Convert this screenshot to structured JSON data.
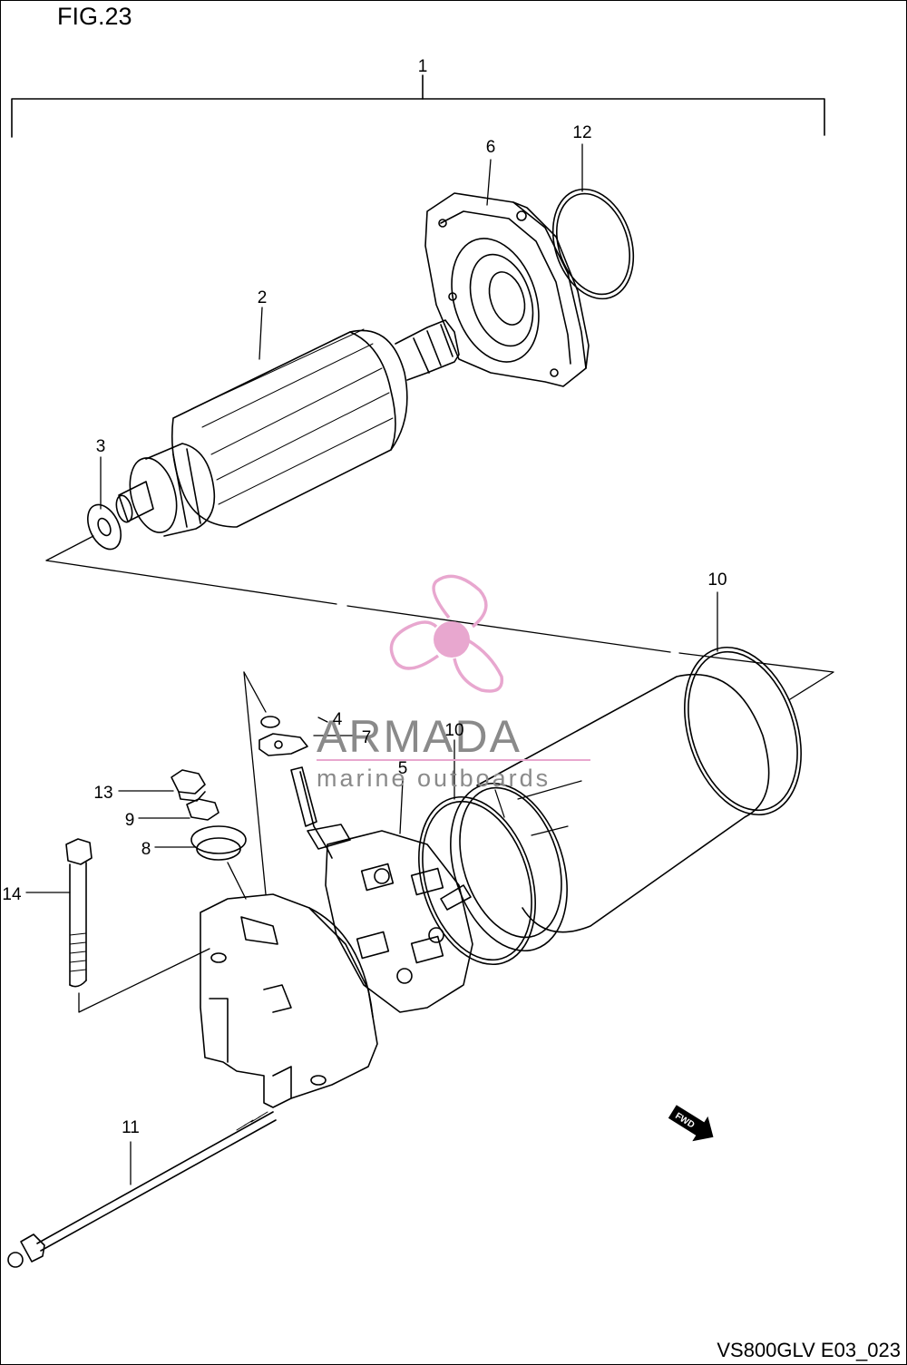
{
  "figure": {
    "title": "FIG.23",
    "code": "VS800GLV E03_023"
  },
  "callouts": {
    "c1": "1",
    "c2": "2",
    "c3": "3",
    "c4": "4",
    "c5": "5",
    "c6": "6",
    "c7": "7",
    "c8": "8",
    "c9": "9",
    "c10a": "10",
    "c10b": "10",
    "c11": "11",
    "c12": "12",
    "c13": "13",
    "c14": "14"
  },
  "watermark": {
    "brand": "ARMADA",
    "tagline": "marine outboards",
    "logo_color": "#e8a7cf"
  },
  "fwd_badge": "FWD",
  "icons": {
    "logo": "propeller-logo-icon",
    "fwd": "fwd-arrow-icon"
  }
}
